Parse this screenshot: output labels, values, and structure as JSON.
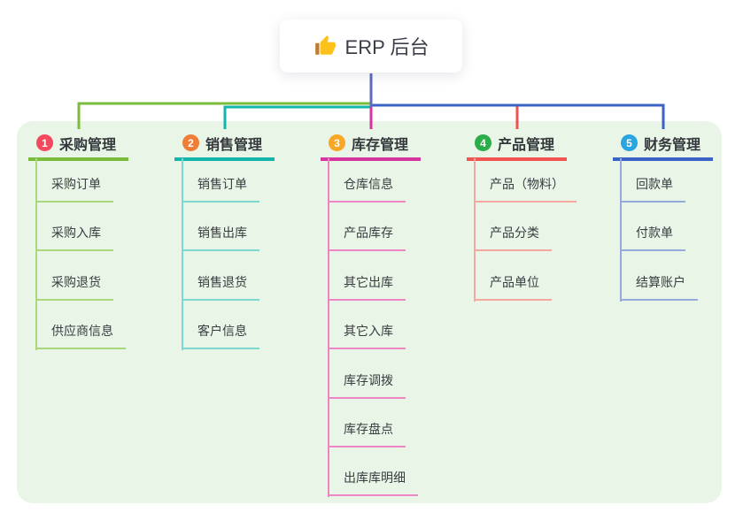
{
  "root": {
    "title": "ERP 后台",
    "icon": "thumbs-up-icon",
    "icon_colors": {
      "hand": "#fcc21b",
      "cuff": "#bf7b2f"
    }
  },
  "canvas": {
    "page_bg": "#ffffff",
    "panel_bg": "#e9f5e6",
    "root_connector_color": "#5b6bc0",
    "text_color": "#393c41",
    "title_color": "#34373c"
  },
  "branches": [
    {
      "number": "1",
      "title": "采购管理",
      "badge_color": "#f4485f",
      "line_color": "#7cbc3d",
      "light_color": "#aad67c",
      "children": [
        "采购订单",
        "采购入库",
        "采购退货",
        "供应商信息"
      ]
    },
    {
      "number": "2",
      "title": "销售管理",
      "badge_color": "#ee7d38",
      "line_color": "#12b4ab",
      "light_color": "#7ed7d0",
      "children": [
        "销售订单",
        "销售出库",
        "销售退货",
        "客户信息"
      ]
    },
    {
      "number": "3",
      "title": "库存管理",
      "badge_color": "#f9a825",
      "line_color": "#d5359e",
      "light_color": "#ee86c6",
      "children": [
        "仓库信息",
        "产品库存",
        "其它出库",
        "其它入库",
        "库存调拨",
        "库存盘点",
        "出库库明细"
      ]
    },
    {
      "number": "4",
      "title": "产品管理",
      "badge_color": "#2bae4a",
      "line_color": "#f05351",
      "light_color": "#f6a79f",
      "children": [
        "产品（物料）",
        "产品分类",
        "产品单位"
      ]
    },
    {
      "number": "5",
      "title": "财务管理",
      "badge_color": "#29a5e1",
      "line_color": "#3b63c7",
      "light_color": "#95a9db",
      "children": [
        "回款单",
        "付款单",
        "结算账户"
      ]
    }
  ]
}
